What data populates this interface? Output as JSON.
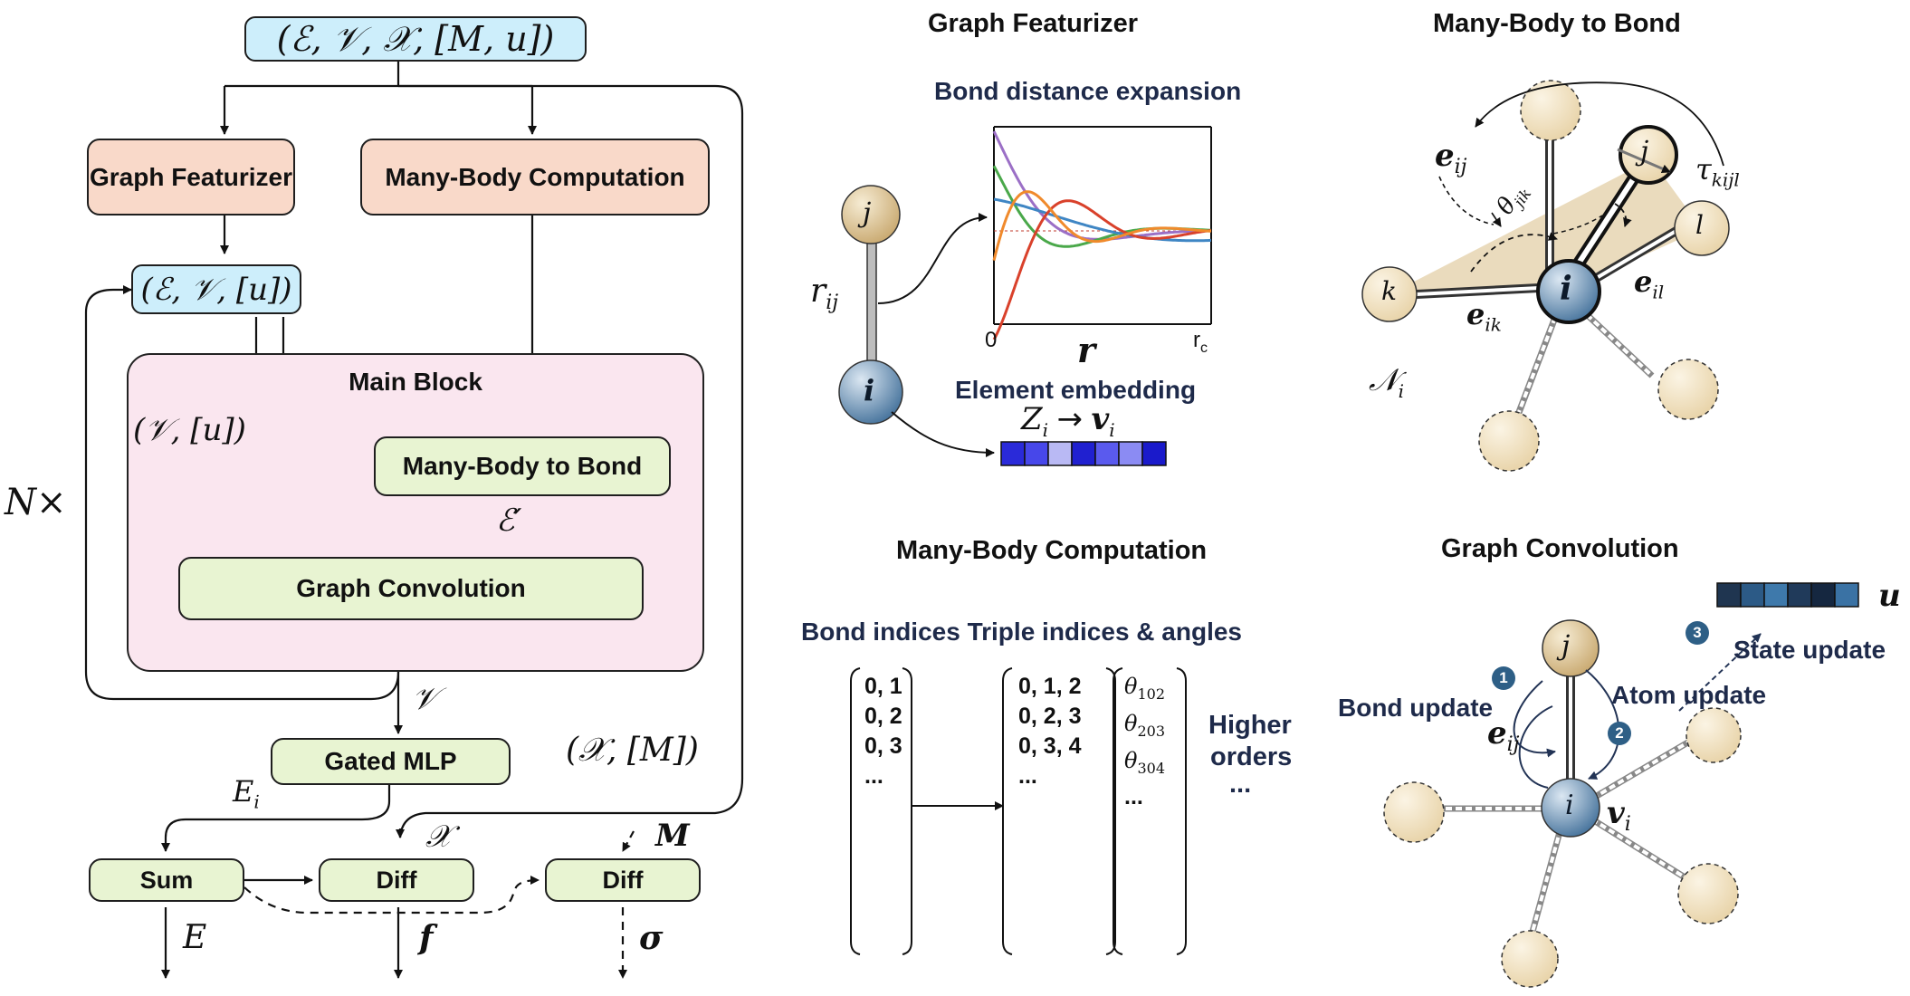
{
  "flow": {
    "input": "(ℰ, 𝒱, 𝒳, [M, u])",
    "graph_featurizer": "Graph Featurizer",
    "many_body_computation": "Many-Body Computation",
    "featurized": "(ℰ, 𝒱, [u])",
    "main_block_title": "Main Block",
    "many_body_to_bond": "Many-Body to Bond",
    "graph_convolution": "Graph Convolution",
    "v_u_label": "(𝒱, [u])",
    "eprime_label": "ℰ′",
    "n_times": "N×",
    "v_label": "𝒱",
    "gated_mlp": "Gated MLP",
    "ei_label": "E",
    "ei_sub": "i",
    "x_m_label": "(𝒳, [M])",
    "sum": "Sum",
    "diff1": "Diff",
    "diff2": "Diff",
    "x_label": "𝒳",
    "m_label": "M",
    "e_out": "E",
    "f_out": "f",
    "sigma_out": "σ"
  },
  "featurizer": {
    "title": "Graph Featurizer",
    "bond_expansion": "Bond distance expansion",
    "axis_zero": "0",
    "axis_rc": "r",
    "axis_rc_sub": "c",
    "axis_r": "r",
    "rij": "r",
    "rij_sub": "ij",
    "atom_j": "j",
    "atom_i": "i",
    "element_embedding": "Element embedding",
    "zi_main": "Z",
    "zi_sub": "i",
    "arrow": "→",
    "vi_main": "v",
    "vi_sub": "i"
  },
  "many_body_panel": {
    "title": "Many-Body Computation",
    "header": "Bond indices Triple indices & angles",
    "bond_indices": [
      "0, 1",
      "0, 2",
      "0, 3",
      "..."
    ],
    "triple_indices": [
      "0, 1, 2",
      "0, 2, 3",
      "0, 3, 4",
      "..."
    ],
    "theta_subs": [
      "102",
      "203",
      "304"
    ],
    "theta_symbol": "θ",
    "theta_more": "...",
    "higher_orders_1": "Higher",
    "higher_orders_2": "orders",
    "higher_more": "..."
  },
  "m2b_panel": {
    "title": "Many-Body to Bond",
    "eij": "e",
    "eij_sub": "ij",
    "tau": "τ",
    "tau_sub": "kijl",
    "theta": "θ",
    "theta_sub": "jik",
    "atom_j": "j",
    "atom_l": "l",
    "atom_k": "k",
    "atom_i": "i",
    "eil": "e",
    "eil_sub": "il",
    "eik": "e",
    "eik_sub": "ik",
    "ni": "𝒩",
    "ni_sub": "i"
  },
  "gc_panel": {
    "title": "Graph Convolution",
    "u_label": "u",
    "step1": "1",
    "step2": "2",
    "step3": "3",
    "state_update": "State update",
    "atom_update": "Atom update",
    "bond_update": "Bond update",
    "eij": "e",
    "eij_sub": "ij",
    "vi": "v",
    "vi_sub": "i",
    "atom_j": "j",
    "atom_i": "i"
  },
  "colors": {
    "cyan": "#cdeefb",
    "peach": "#f9d9c9",
    "green": "#e8f4d2",
    "pink": "#fae6ef",
    "navy": "#1e2a4a",
    "atom_tan": "#f3e3c3",
    "atom_blue": "#6f95b8",
    "embed_blue": "#3a3ae6"
  }
}
